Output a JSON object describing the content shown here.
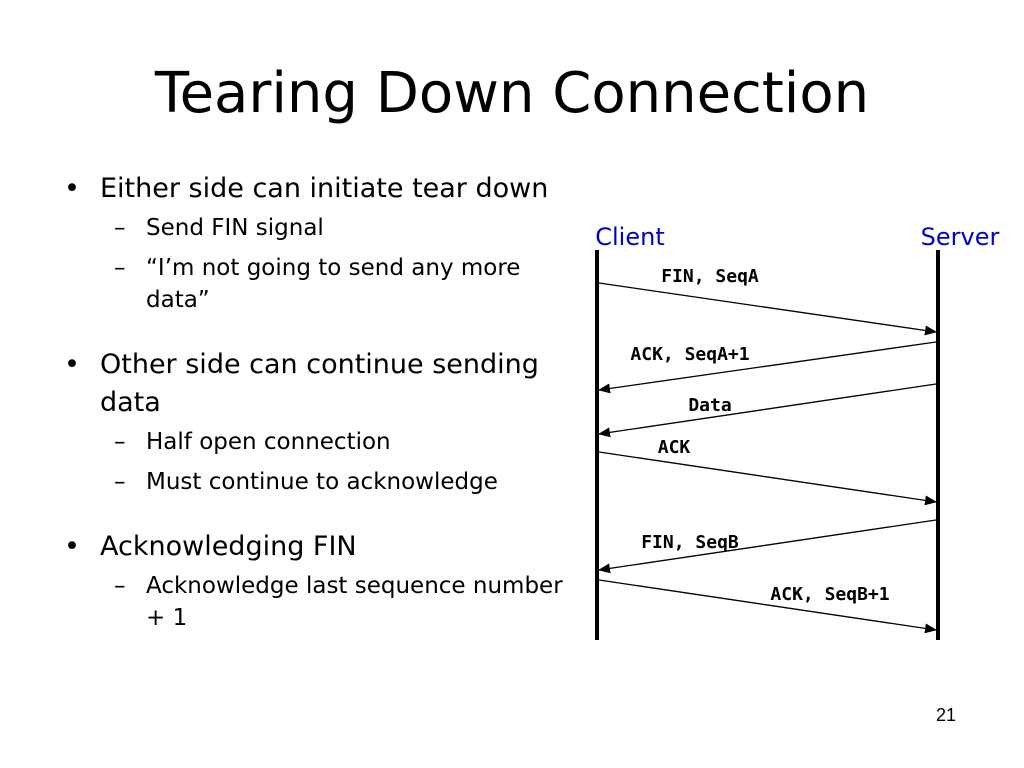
{
  "title": "Tearing Down Connection",
  "bullets": [
    {
      "text": "Either side can initiate tear down",
      "subs": [
        "Send FIN signal",
        "“I’m not going to send any more data”"
      ]
    },
    {
      "text": "Other side can continue sending data",
      "subs": [
        "Half open connection",
        "Must continue to acknowledge"
      ]
    },
    {
      "text": "Acknowledging FIN",
      "subs": [
        "Acknowledge last sequence number + 1"
      ]
    }
  ],
  "diagram": {
    "client_label": "Client",
    "server_label": "Server",
    "label_color": "#0000cc",
    "messages": [
      {
        "label": "FIN, SeqA",
        "direction": "client-to-server"
      },
      {
        "label": "ACK, SeqA+1",
        "direction": "server-to-client"
      },
      {
        "label": "Data",
        "direction": "server-to-client"
      },
      {
        "label": "ACK",
        "direction": "client-to-server"
      },
      {
        "label": "FIN, SeqB",
        "direction": "server-to-client"
      },
      {
        "label": "ACK, SeqB+1",
        "direction": "client-to-server"
      }
    ]
  },
  "page_number": "21"
}
